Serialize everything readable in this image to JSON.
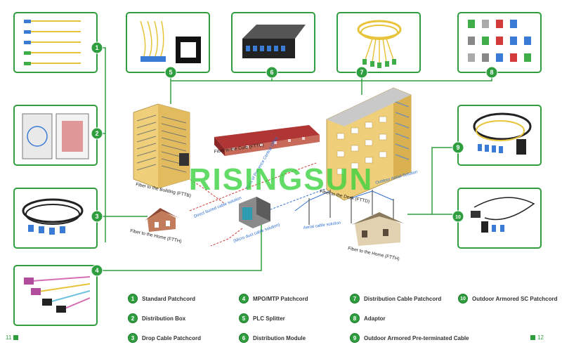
{
  "watermark": "RISINGSUN",
  "colors": {
    "accent": "#2e9e3e",
    "accent_dark": "#1f7a2c",
    "cable_red": "#d33a3a",
    "cable_blue": "#2f6fd1",
    "building_yellow": "#f0cf7a"
  },
  "scene_labels": {
    "fttb": "Fiber to the Building (FTTB)",
    "fttc": "Fiber to the Curb (FTTC)",
    "ftth_left": "Fiber to the Home (FTTH)",
    "direct_buried": "Direct buried cable solution",
    "pop": "Point of Presence Central Office",
    "micro_duct": "(Micro duct cable solution)",
    "fttd": "Fiber to the Desk (FTTD)",
    "outdoor": "Outdoor Aerial Solution",
    "aerial": "Aerial cable solution",
    "ftth_right": "Fiber to the Home (FTTH)"
  },
  "callout_numbers": [
    "1",
    "2",
    "3",
    "4",
    "5",
    "6",
    "7",
    "8",
    "9",
    "10"
  ],
  "legend": [
    {
      "num": "1",
      "label": "Standard Patchcord"
    },
    {
      "num": "2",
      "label": "Distribution Box"
    },
    {
      "num": "3",
      "label": "Drop Cable Patchcord"
    },
    {
      "num": "4",
      "label": "MPO/MTP Patchcord"
    },
    {
      "num": "5",
      "label": "PLC Splitter"
    },
    {
      "num": "6",
      "label": "Distribution Module"
    },
    {
      "num": "7",
      "label": "Distribution Cable Patchcord"
    },
    {
      "num": "8",
      "label": "Adaptor"
    },
    {
      "num": "9",
      "label": "Outdoor Armored Pre-terminated Cable"
    },
    {
      "num": "10",
      "label": "Outdoor Armored SC Patchcord"
    }
  ],
  "page_left": "11",
  "page_right": "12"
}
